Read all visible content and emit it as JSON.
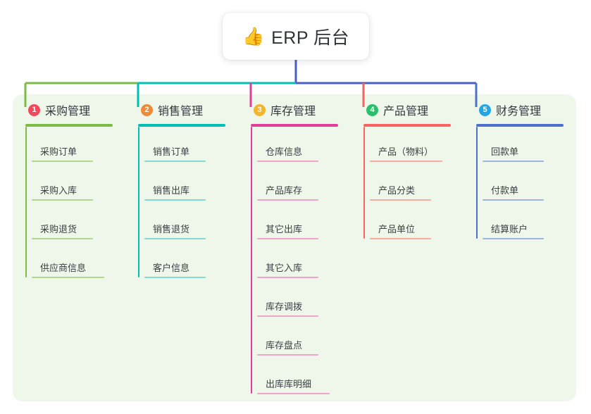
{
  "root": {
    "icon": "thumbs-up-emoji",
    "icon_glyph": "👍",
    "title": "ERP 后台"
  },
  "canvas": {
    "background": "#ffffff",
    "panel_background": "#eef7ea"
  },
  "connector_colors": {
    "segment_green": "#7cbb45",
    "segment_teal": "#00bfb5",
    "segment_blue": "#4a5fc1",
    "drop_root": "#4a5fc1"
  },
  "branches": [
    {
      "index": "1",
      "badge_color": "#f2495c",
      "line_color": "#7cbb45",
      "sub_line_color": "#b3d68e",
      "title": "采购管理",
      "items": [
        {
          "label": "采购订单"
        },
        {
          "label": "采购入库"
        },
        {
          "label": "采购退货"
        },
        {
          "label": "供应商信息"
        }
      ]
    },
    {
      "index": "2",
      "badge_color": "#f08a36",
      "line_color": "#00bfb5",
      "sub_line_color": "#84d9d2",
      "title": "销售管理",
      "items": [
        {
          "label": "销售订单"
        },
        {
          "label": "销售出库"
        },
        {
          "label": "销售退货"
        },
        {
          "label": "客户信息"
        }
      ]
    },
    {
      "index": "3",
      "badge_color": "#f5b52b",
      "line_color": "#e33d9c",
      "sub_line_color": "#f0a3cb",
      "title": "库存管理",
      "items": [
        {
          "label": "仓库信息"
        },
        {
          "label": "产品库存"
        },
        {
          "label": "其它出库"
        },
        {
          "label": "其它入库"
        },
        {
          "label": "库存调拨"
        },
        {
          "label": "库存盘点"
        },
        {
          "label": "出库库明细"
        }
      ]
    },
    {
      "index": "4",
      "badge_color": "#2ac06b",
      "line_color": "#f8635f",
      "sub_line_color": "#fbaba0",
      "title": "产品管理",
      "items": [
        {
          "label": "产品（物料）"
        },
        {
          "label": "产品分类"
        },
        {
          "label": "产品单位"
        }
      ]
    },
    {
      "index": "5",
      "badge_color": "#22a6e8",
      "line_color": "#4d70cc",
      "sub_line_color": "#9db3e2",
      "title": "财务管理",
      "items": [
        {
          "label": "回款单"
        },
        {
          "label": "付款单"
        },
        {
          "label": "结算账户"
        }
      ]
    }
  ]
}
